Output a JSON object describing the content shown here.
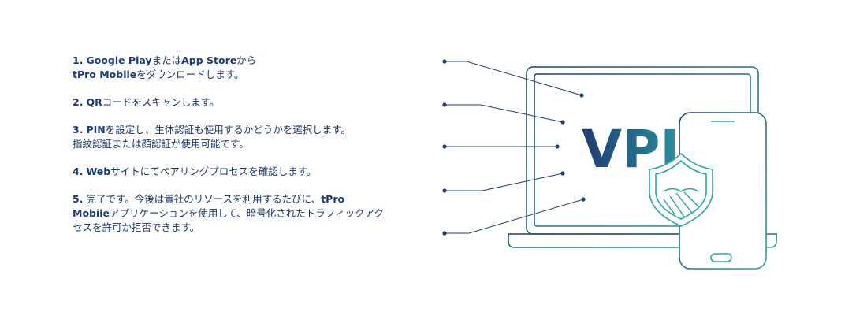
{
  "steps": [
    {
      "line1": {
        "num": "1.",
        "b1": "Google Play",
        "t1": "または",
        "b2": "App Store",
        "t2": "から"
      },
      "line2": {
        "b1": "tPro Mobile",
        "t1": "をダウンロードします。"
      }
    },
    {
      "line1": {
        "num": "2.",
        "b1": "QR",
        "t1": "コードをスキャンします。"
      }
    },
    {
      "line1": {
        "num": "3.",
        "b1": "PIN",
        "t1": "を設定し、生体認証も使用するかどうかを選択します。"
      },
      "line2": {
        "t1": "指紋認証または顔認証が使用可能です。"
      }
    },
    {
      "line1": {
        "num": "4.",
        "b1": "Web",
        "t1": "サイトにてペアリングプロセスを確認します。"
      }
    },
    {
      "line1": {
        "num": "5.",
        "t1": "完了です。今後は貴社のリソースを利用するたびに、",
        "b1": "tPro"
      },
      "line2": {
        "b1": "Mobile",
        "t1": "アプリケーションを使用して、暗号化されたトラフィックアク"
      },
      "line3": {
        "t1": "セスを許可か拒否できます。"
      }
    }
  ],
  "illustration": {
    "vpn_text": "VPI",
    "colors": {
      "navy": "#1f3b70",
      "teal": "#2ba6a6",
      "dark": "#1c3566"
    }
  }
}
